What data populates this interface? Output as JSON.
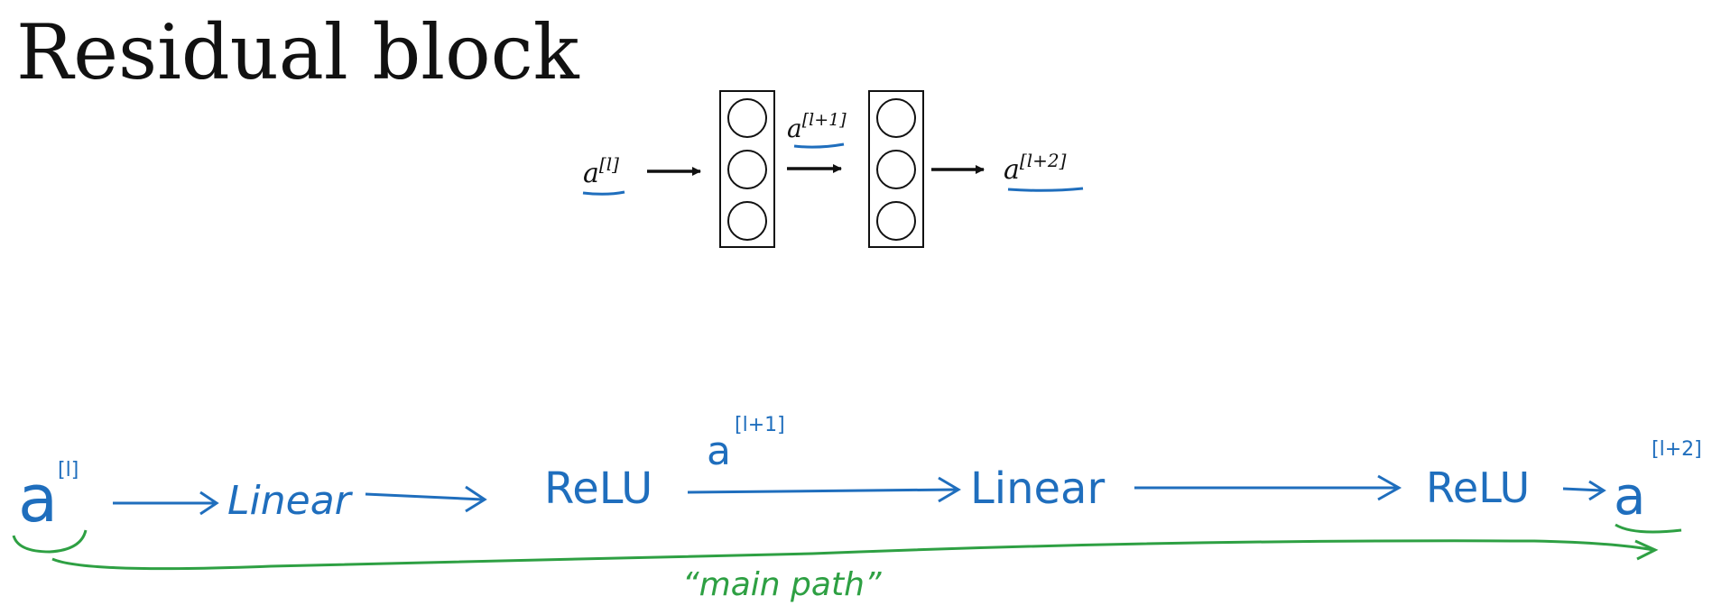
{
  "slide": {
    "title": "Residual block"
  },
  "top_diagram": {
    "input_label": {
      "base": "a",
      "sup": "[l]"
    },
    "middle_label": {
      "base": "a",
      "sup": "[l+1]"
    },
    "output_label": {
      "base": "a",
      "sup": "[l+2]"
    },
    "layers": [
      {
        "units": 3
      },
      {
        "units": 3
      }
    ]
  },
  "handwritten": {
    "input": {
      "base": "a",
      "sup": "[l]"
    },
    "step1": "Linear",
    "step2": "ReLU",
    "mid": {
      "base": "a",
      "sup": "[l+1]"
    },
    "step3": "Linear",
    "step4": "ReLU",
    "output": {
      "base": "a",
      "sup": "[l+2]"
    },
    "path_label": "“main path”",
    "colors": {
      "blue": "#1f6ebd",
      "green": "#2ea043",
      "ink": "#111111"
    }
  }
}
